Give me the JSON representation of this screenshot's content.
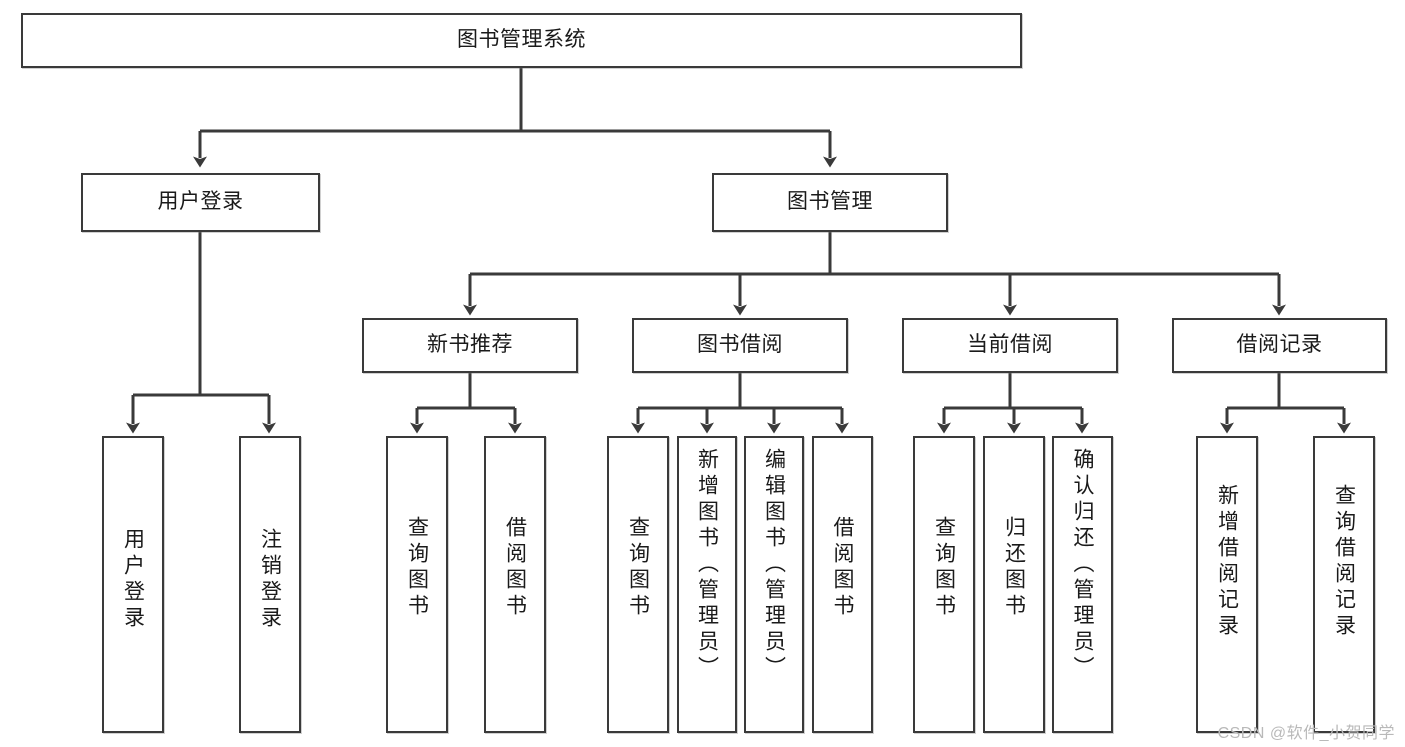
{
  "diagram": {
    "title": "图书管理系统",
    "watermark": "CSDN @软件_小贺同学",
    "colors": {
      "stroke": "#3a3a3a",
      "box_fill": "#ffffff",
      "text": "#1a1a1a",
      "watermark": "#b9b9b9",
      "background": "#ffffff"
    },
    "nodes": {
      "root": {
        "label": "图书管理系统",
        "orientation": "horizontal"
      },
      "user_login": {
        "label": "用户登录",
        "orientation": "horizontal"
      },
      "book_manage": {
        "label": "图书管理",
        "orientation": "horizontal"
      },
      "new_book_rec": {
        "label": "新书推荐",
        "orientation": "horizontal"
      },
      "book_borrow": {
        "label": "图书借阅",
        "orientation": "horizontal"
      },
      "current_borrow": {
        "label": "当前借阅",
        "orientation": "horizontal"
      },
      "borrow_record": {
        "label": "借阅记录",
        "orientation": "horizontal"
      },
      "leaf_user_login": {
        "label": "用户登录",
        "orientation": "vertical"
      },
      "leaf_logout": {
        "label": "注销登录",
        "orientation": "vertical"
      },
      "leaf_query_book_1": {
        "label": "查询图书",
        "orientation": "vertical"
      },
      "leaf_borrow_book_1": {
        "label": "借阅图书",
        "orientation": "vertical"
      },
      "leaf_query_book_2": {
        "label": "查询图书",
        "orientation": "vertical"
      },
      "leaf_add_book": {
        "label": "新增图书（管理员）",
        "orientation": "vertical"
      },
      "leaf_edit_book": {
        "label": "编辑图书（管理员）",
        "orientation": "vertical"
      },
      "leaf_borrow_book_2": {
        "label": "借阅图书",
        "orientation": "vertical"
      },
      "leaf_query_book_3": {
        "label": "查询图书",
        "orientation": "vertical"
      },
      "leaf_return_book": {
        "label": "归还图书",
        "orientation": "vertical"
      },
      "leaf_confirm_return": {
        "label": "确认归还（管理员）",
        "orientation": "vertical"
      },
      "leaf_add_record": {
        "label": "新增借阅记录",
        "orientation": "vertical"
      },
      "leaf_query_record": {
        "label": "查询借阅记录",
        "orientation": "vertical"
      }
    },
    "edges": [
      {
        "from": "root",
        "to": "user_login"
      },
      {
        "from": "root",
        "to": "book_manage"
      },
      {
        "from": "user_login",
        "to": "leaf_user_login"
      },
      {
        "from": "user_login",
        "to": "leaf_logout"
      },
      {
        "from": "book_manage",
        "to": "new_book_rec"
      },
      {
        "from": "book_manage",
        "to": "book_borrow"
      },
      {
        "from": "book_manage",
        "to": "current_borrow"
      },
      {
        "from": "book_manage",
        "to": "borrow_record"
      },
      {
        "from": "new_book_rec",
        "to": "leaf_query_book_1"
      },
      {
        "from": "new_book_rec",
        "to": "leaf_borrow_book_1"
      },
      {
        "from": "book_borrow",
        "to": "leaf_query_book_2"
      },
      {
        "from": "book_borrow",
        "to": "leaf_add_book"
      },
      {
        "from": "book_borrow",
        "to": "leaf_edit_book"
      },
      {
        "from": "book_borrow",
        "to": "leaf_borrow_book_2"
      },
      {
        "from": "current_borrow",
        "to": "leaf_query_book_3"
      },
      {
        "from": "current_borrow",
        "to": "leaf_return_book"
      },
      {
        "from": "current_borrow",
        "to": "leaf_confirm_return"
      },
      {
        "from": "borrow_record",
        "to": "leaf_add_record"
      },
      {
        "from": "borrow_record",
        "to": "leaf_query_record"
      }
    ]
  }
}
